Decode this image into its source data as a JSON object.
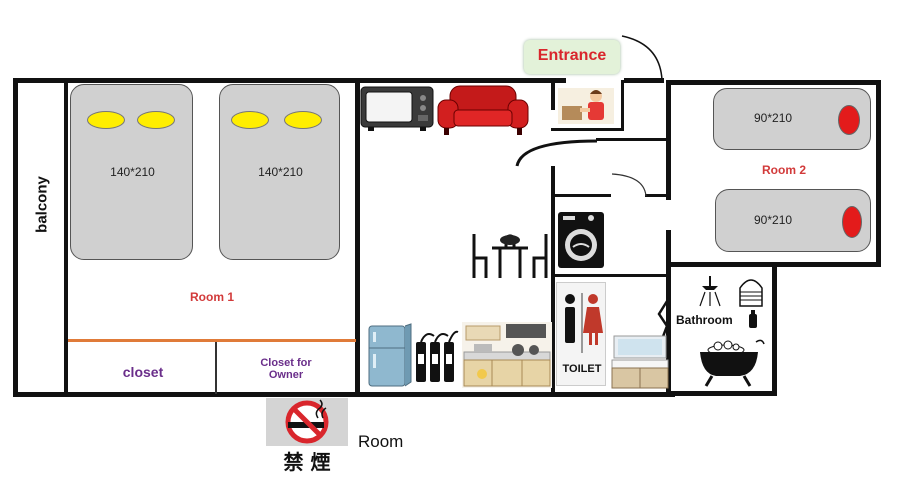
{
  "labels": {
    "entrance": "Entrance",
    "balcony": "balcony",
    "room1": "Room 1",
    "room2": "Room 2",
    "closet": "closet",
    "closet_owner": "Closet for Owner",
    "bathroom": "Bathroom",
    "toilet": "TOILET",
    "no_smoking_chars": "禁 煙",
    "room_caption": "Room"
  },
  "beds": {
    "room1_left": "140*210",
    "room1_right": "140*210",
    "room2_top": "90*210",
    "room2_bottom": "90*210"
  },
  "colors": {
    "wall": "#111111",
    "bed": "#d0d0d0",
    "pillow": "#ffee00",
    "pillow_red": "#e31b1b",
    "room_label": "#d23a3a",
    "closet_label": "#6a2e8a",
    "closet_line": "#e07b39",
    "entrance_bg": "#e3f2d9",
    "entrance_text": "#d9262c"
  },
  "icons": [
    "tv-icon",
    "sofa-icon",
    "dining-table-icon",
    "washing-machine-icon",
    "fridge-icon",
    "water-filter-icon",
    "kitchen-icon",
    "toilet-sign-icon",
    "sink-vanity-icon",
    "shower-icon",
    "bathtub-icon",
    "no-smoking-icon",
    "entrance-greeting-icon"
  ]
}
